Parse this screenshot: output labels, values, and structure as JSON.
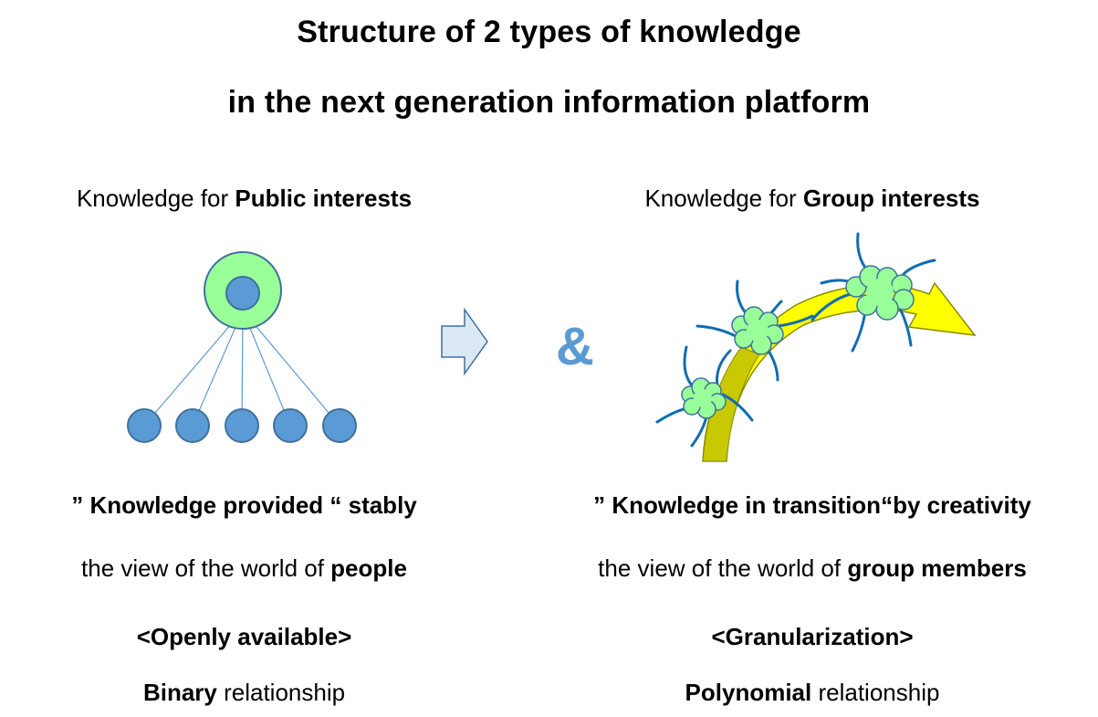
{
  "title": {
    "line1": "Structure of 2 types of knowledge",
    "line2": "in the next generation information platform"
  },
  "left": {
    "heading_prefix": "Knowledge for ",
    "heading_bold": "Public interests",
    "quote": "” Knowledge provided “ stably",
    "view_prefix": "the view of the world of ",
    "view_bold": "people",
    "tag": "<Openly available>",
    "rel_bold": "Binary",
    "rel_suffix": " relationship"
  },
  "right": {
    "heading_prefix": "Knowledge for ",
    "heading_bold": "Group interests",
    "quote": "” Knowledge in transition“by creativity",
    "view_prefix": "the view of the world of ",
    "view_bold": "group members",
    "tag": "<Granularization>",
    "rel_bold": "Polynomial",
    "rel_suffix": " relationship"
  },
  "ampersand": "&",
  "colors": {
    "node_blue": "#5b9bd5",
    "node_outline": "#41719c",
    "green": "#99ff99",
    "yellow": "#ffff00",
    "olive": "#c9c900",
    "arrow_fill": "#dce8f4",
    "curve_blue": "#0f6db3"
  }
}
